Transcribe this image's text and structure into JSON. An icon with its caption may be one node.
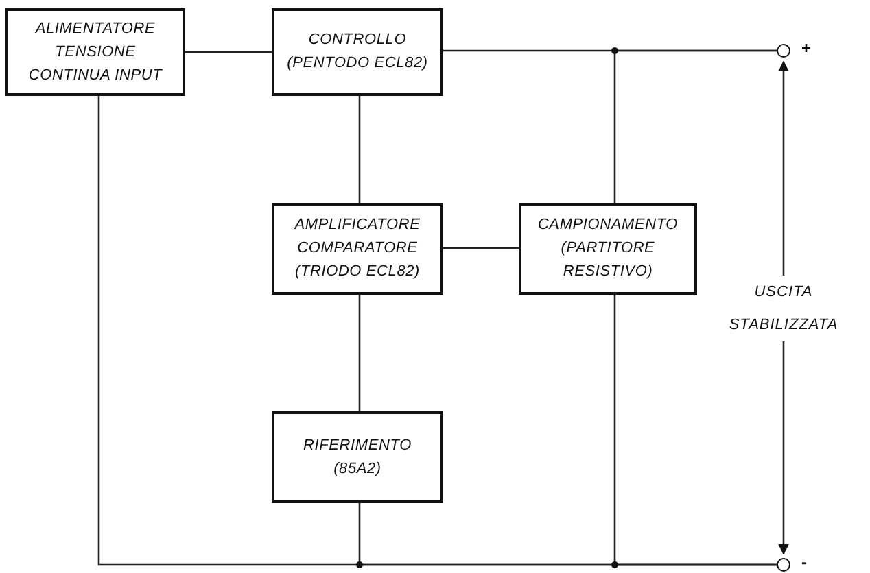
{
  "diagram": {
    "nodes": [
      {
        "text": [
          "ALIMENTATORE TENSIONE CONTINUA INPUT"
        ]
      },
      {
        "text": [
          "CONTROLLO",
          "(PENTODO ECL82)"
        ]
      },
      {
        "text": [
          "AMPLIFICATORE COMPARATORE",
          "(TRIODO ECL82)"
        ]
      },
      {
        "text": [
          "CAMPIONAMENTO",
          "(PARTITORE RESISTIVO)"
        ]
      },
      {
        "text": [
          "RIFERIMENTO",
          "(85A2)"
        ]
      },
      {
        "text": [],
        "shape": "circle",
        "beside": [
          "+"
        ]
      },
      {
        "text": [],
        "shape": "circle",
        "beside": [
          "-"
        ]
      }
    ],
    "edges": [
      {
        "from": 0,
        "to": 1,
        "arrow": "none"
      },
      {
        "from": 1,
        "to": 5,
        "arrow": "none"
      },
      {
        "from": 1,
        "to": 2,
        "arrow": "none"
      },
      {
        "from": 2,
        "to": 3,
        "arrow": "none"
      },
      {
        "from": 2,
        "to": 4,
        "arrow": "none"
      },
      {
        "from": 3,
        "to": 5,
        "arrow": "none"
      },
      {
        "from": 3,
        "to": 6,
        "arrow": "none"
      },
      {
        "from": 4,
        "to": 6,
        "arrow": "none"
      },
      {
        "from": 0,
        "to": 6,
        "arrow": "none"
      },
      {
        "from": 5,
        "to": 6,
        "arrow": "both",
        "label": "USCITA STABILIZZATA"
      }
    ]
  }
}
